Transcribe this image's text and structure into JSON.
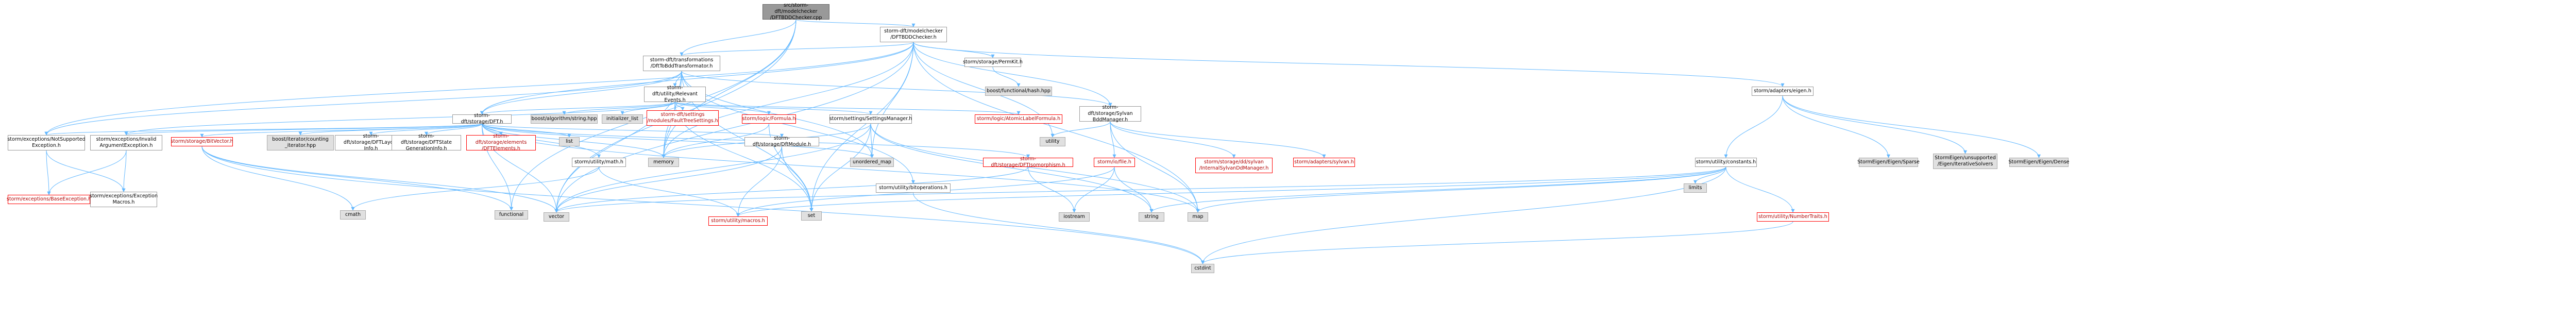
{
  "colors": {
    "edge": "#63b8ff",
    "root_fill": "#999999",
    "missing_fill": "#e0e0e0",
    "red_border": "#ff0000"
  },
  "nodes": [
    {
      "id": "root",
      "label": "src/storm-dft/modelchecker\n/DFTBDDChecker.cpp",
      "style": "root"
    },
    {
      "id": "checker_h",
      "label": "storm-dft/modelchecker\n/DFTBDDChecker.h",
      "style": "normal"
    },
    {
      "id": "transformator",
      "label": "storm-dft/transformations\n/DftToBddTransformator.h",
      "style": "normal"
    },
    {
      "id": "eigen",
      "label": "storm/adapters/eigen.h",
      "style": "normal"
    },
    {
      "id": "permkit",
      "label": "storm/storage/PermKit.h",
      "style": "normal"
    },
    {
      "id": "boost_hash",
      "label": "boost/functional/hash.hpp",
      "style": "grey"
    },
    {
      "id": "relevant",
      "label": "storm-dft/utility/Relevant\nEvents.h",
      "style": "normal"
    },
    {
      "id": "sylvan_bdd",
      "label": "storm-dft/storage/Sylvan\nBddManager.h",
      "style": "normal"
    },
    {
      "id": "dft_h",
      "label": "storm-dft/storage/DFT.h",
      "style": "normal"
    },
    {
      "id": "boost_algo",
      "label": "boost/algorithm/string.hpp",
      "style": "grey"
    },
    {
      "id": "init_list",
      "label": "initializer_list",
      "style": "grey"
    },
    {
      "id": "fault_settings",
      "label": "storm-dft/settings\n/modules/FaultTreeSettings.h",
      "style": "red"
    },
    {
      "id": "formula",
      "label": "storm/logic/Formula.h",
      "style": "red"
    },
    {
      "id": "settings_mgr",
      "label": "storm/settings/SettingsManager.h",
      "style": "normal"
    },
    {
      "id": "atomic_label",
      "label": "storm/logic/AtomicLabelFormula.h",
      "style": "red"
    },
    {
      "id": "not_supported",
      "label": "storm/exceptions/NotSupported\nException.h",
      "style": "normal"
    },
    {
      "id": "invalid_arg",
      "label": "storm/exceptions/Invalid\nArgumentException.h",
      "style": "normal"
    },
    {
      "id": "bitvector",
      "label": "storm/storage/BitVector.h",
      "style": "red"
    },
    {
      "id": "counting_iter",
      "label": "boost/iterator/counting\n_iterator.hpp",
      "style": "grey"
    },
    {
      "id": "dft_layout",
      "label": "storm-dft/storage/DFTLayout\nInfo.h",
      "style": "normal"
    },
    {
      "id": "dft_state_gen",
      "label": "storm-dft/storage/DFTState\nGenerationInfo.h",
      "style": "normal"
    },
    {
      "id": "dft_elements",
      "label": "storm-dft/storage/elements\n/DFTElements.h",
      "style": "red"
    },
    {
      "id": "list",
      "label": "list",
      "style": "grey"
    },
    {
      "id": "math_h",
      "label": "storm/utility/math.h",
      "style": "normal"
    },
    {
      "id": "memory",
      "label": "memory",
      "style": "grey"
    },
    {
      "id": "dft_module",
      "label": "storm-dft/storage/DftModule.h",
      "style": "normal"
    },
    {
      "id": "unordered_map",
      "label": "unordered_map",
      "style": "grey"
    },
    {
      "id": "bitops",
      "label": "storm/utility/bitoperations.h",
      "style": "normal"
    },
    {
      "id": "dft_symm",
      "label": "storm-dft/storage/DFTIsomorphism.h",
      "style": "red"
    },
    {
      "id": "utility",
      "label": "utility",
      "style": "grey"
    },
    {
      "id": "file_h",
      "label": "storm/io/file.h",
      "style": "red"
    },
    {
      "id": "internal_sylvan",
      "label": "storm/storage/dd/sylvan\n/InternalSylvanDdManager.h",
      "style": "red"
    },
    {
      "id": "adapter_sylvan",
      "label": "storm/adapters/sylvan.h",
      "style": "red"
    },
    {
      "id": "constants",
      "label": "storm/utility/constants.h",
      "style": "normal"
    },
    {
      "id": "limits",
      "label": "limits",
      "style": "grey"
    },
    {
      "id": "eigen_sparse",
      "label": "StormEigen/Eigen/Sparse",
      "style": "grey"
    },
    {
      "id": "eigen_iter",
      "label": "StormEigen/unsupported\n/Eigen/IterativeSolvers",
      "style": "grey"
    },
    {
      "id": "eigen_dense",
      "label": "StormEigen/Eigen/Dense",
      "style": "grey"
    },
    {
      "id": "base_exception",
      "label": "storm/exceptions/BaseException.h",
      "style": "red"
    },
    {
      "id": "exception_macros",
      "label": "storm/exceptions/Exception\nMacros.h",
      "style": "normal"
    },
    {
      "id": "cmath",
      "label": "cmath",
      "style": "grey"
    },
    {
      "id": "functional",
      "label": "functional",
      "style": "grey"
    },
    {
      "id": "vector",
      "label": "vector",
      "style": "grey"
    },
    {
      "id": "macros",
      "label": "storm/utility/macros.h",
      "style": "red"
    },
    {
      "id": "set",
      "label": "set",
      "style": "grey"
    },
    {
      "id": "iostream",
      "label": "iostream",
      "style": "grey"
    },
    {
      "id": "string",
      "label": "string",
      "style": "grey"
    },
    {
      "id": "map",
      "label": "map",
      "style": "grey"
    },
    {
      "id": "number_traits",
      "label": "storm/utility/NumberTraits.h",
      "style": "red"
    },
    {
      "id": "cstdint",
      "label": "cstdint",
      "style": "grey"
    }
  ],
  "edges": [
    [
      "root",
      "checker_h"
    ],
    [
      "root",
      "transformator"
    ],
    [
      "root",
      "memory"
    ],
    [
      "root",
      "vector"
    ],
    [
      "root",
      "functional"
    ],
    [
      "checker_h",
      "transformator"
    ],
    [
      "checker_h",
      "eigen"
    ],
    [
      "checker_h",
      "permkit"
    ],
    [
      "checker_h",
      "sylvan_bdd"
    ],
    [
      "checker_h",
      "dft_h"
    ],
    [
      "checker_h",
      "not_supported"
    ],
    [
      "checker_h",
      "memory"
    ],
    [
      "checker_h",
      "map"
    ],
    [
      "checker_h",
      "vector"
    ],
    [
      "checker_h",
      "set"
    ],
    [
      "checker_h",
      "utility"
    ],
    [
      "checker_h",
      "unordered_map"
    ],
    [
      "transformator",
      "relevant"
    ],
    [
      "transformator",
      "sylvan_bdd"
    ],
    [
      "transformator",
      "dft_h"
    ],
    [
      "transformator",
      "not_supported"
    ],
    [
      "transformator",
      "unordered_map"
    ],
    [
      "transformator",
      "vector"
    ],
    [
      "transformator",
      "set"
    ],
    [
      "transformator",
      "memory"
    ],
    [
      "transformator",
      "bitops"
    ],
    [
      "permkit",
      "boost_hash"
    ],
    [
      "relevant",
      "dft_h"
    ],
    [
      "relevant",
      "boost_algo"
    ],
    [
      "relevant",
      "init_list"
    ],
    [
      "relevant",
      "fault_settings"
    ],
    [
      "relevant",
      "formula"
    ],
    [
      "relevant",
      "settings_mgr"
    ],
    [
      "relevant",
      "atomic_label"
    ],
    [
      "relevant",
      "invalid_arg"
    ],
    [
      "relevant",
      "memory"
    ],
    [
      "relevant",
      "set"
    ],
    [
      "sylvan_bdd",
      "file_h"
    ],
    [
      "sylvan_bdd",
      "internal_sylvan"
    ],
    [
      "sylvan_bdd",
      "adapter_sylvan"
    ],
    [
      "sylvan_bdd",
      "map"
    ],
    [
      "sylvan_bdd",
      "utility"
    ],
    [
      "dft_h",
      "not_supported"
    ],
    [
      "dft_h",
      "invalid_arg"
    ],
    [
      "dft_h",
      "bitvector"
    ],
    [
      "dft_h",
      "counting_iter"
    ],
    [
      "dft_h",
      "dft_layout"
    ],
    [
      "dft_h",
      "dft_state_gen"
    ],
    [
      "dft_h",
      "dft_elements"
    ],
    [
      "dft_h",
      "list"
    ],
    [
      "dft_h",
      "math_h"
    ],
    [
      "dft_h",
      "memory"
    ],
    [
      "dft_h",
      "dft_module"
    ],
    [
      "dft_h",
      "unordered_map"
    ],
    [
      "dft_h",
      "dft_symm"
    ],
    [
      "dft_h",
      "vector"
    ],
    [
      "dft_h",
      "map"
    ],
    [
      "dft_h",
      "functional"
    ],
    [
      "formula",
      "memory"
    ],
    [
      "formula",
      "set"
    ],
    [
      "settings_mgr",
      "memory"
    ],
    [
      "settings_mgr",
      "unordered_map"
    ],
    [
      "settings_mgr",
      "vector"
    ],
    [
      "settings_mgr",
      "set"
    ],
    [
      "settings_mgr",
      "string"
    ],
    [
      "settings_mgr",
      "map"
    ],
    [
      "not_supported",
      "base_exception"
    ],
    [
      "not_supported",
      "exception_macros"
    ],
    [
      "invalid_arg",
      "base_exception"
    ],
    [
      "invalid_arg",
      "exception_macros"
    ],
    [
      "bitvector",
      "cmath"
    ],
    [
      "bitvector",
      "cstdint"
    ],
    [
      "bitvector",
      "vector"
    ],
    [
      "bitvector",
      "functional"
    ],
    [
      "math_h",
      "cmath"
    ],
    [
      "math_h",
      "macros"
    ],
    [
      "dft_module",
      "macros"
    ],
    [
      "dft_module",
      "set"
    ],
    [
      "dft_module",
      "vector"
    ],
    [
      "bitops",
      "cstdint"
    ],
    [
      "dft_symm",
      "iostream"
    ],
    [
      "dft_symm",
      "vector"
    ],
    [
      "file_h",
      "iostream"
    ],
    [
      "file_h",
      "macros"
    ],
    [
      "file_h",
      "string"
    ],
    [
      "eigen",
      "constants"
    ],
    [
      "eigen",
      "eigen_sparse"
    ],
    [
      "eigen",
      "eigen_iter"
    ],
    [
      "eigen",
      "eigen_dense"
    ],
    [
      "constants",
      "limits"
    ],
    [
      "constants",
      "cstdint"
    ],
    [
      "constants",
      "map"
    ],
    [
      "constants",
      "string"
    ],
    [
      "constants",
      "vector"
    ],
    [
      "constants",
      "number_traits"
    ],
    [
      "constants",
      "macros"
    ],
    [
      "number_traits",
      "cstdint"
    ]
  ]
}
